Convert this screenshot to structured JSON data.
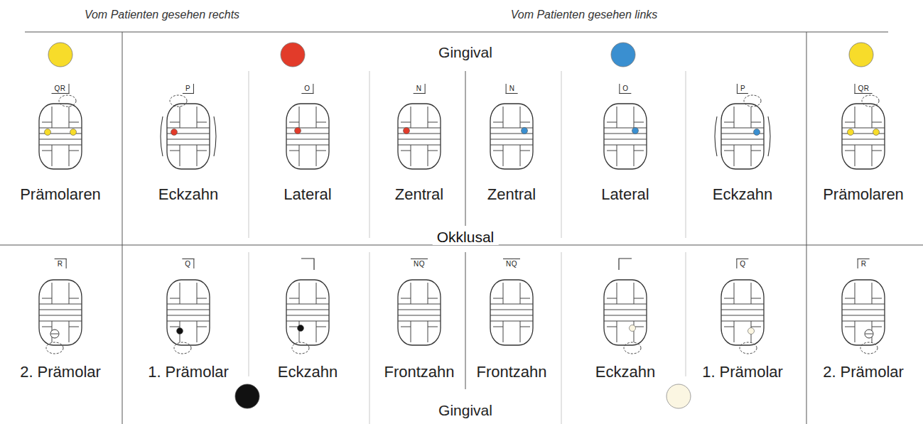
{
  "diagram": {
    "labels": [
      "Vom Patienten gesehen rechts",
      "Vom Patienten gesehen links",
      "Gingival",
      "QR",
      "P",
      "O",
      "N",
      "N",
      "O",
      "P",
      "QR",
      "Prämolaren",
      "Eckzahn",
      "Lateral",
      "Zentral",
      "Zentral",
      "Lateral",
      "Eckzahn",
      "Prämolaren",
      "Okklusal",
      "R",
      "Q",
      "NQ",
      "NQ",
      "Q",
      "R",
      "2. Prämolar",
      "1. Prämolar",
      "Eckzahn",
      "Frontzahn",
      "Frontzahn",
      "Eckzahn",
      "1. Prämolar",
      "2. Prämolar",
      "Gingival"
    ]
  }
}
